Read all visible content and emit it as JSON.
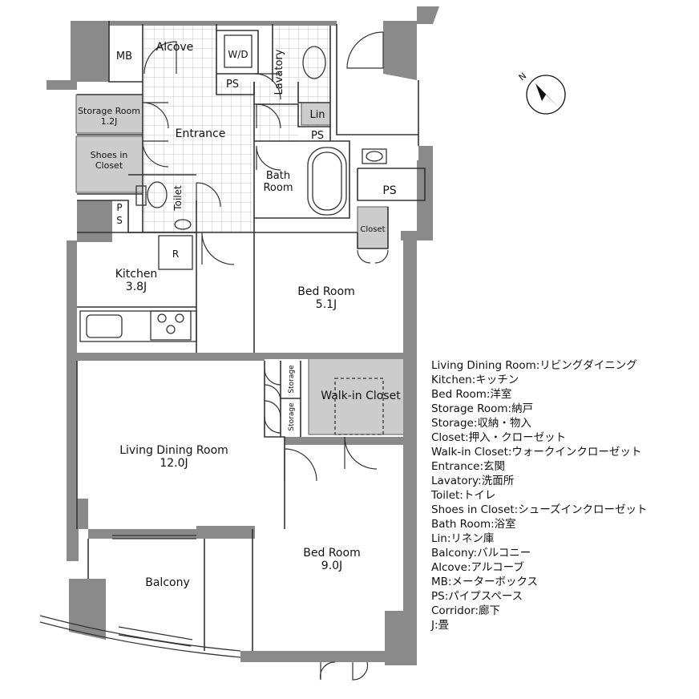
{
  "rooms": {
    "mb": "MB",
    "alcove": "Alcove",
    "wd": "W/D",
    "lavatory": "Lavatory",
    "ps_top": "PS",
    "lin": "Lin",
    "ps_bath": "PS",
    "ps_right": "PS",
    "storage_room": "Storage Room",
    "storage_room_size": "1.2J",
    "entrance": "Entrance",
    "shoes_line1": "Shoes in",
    "shoes_line2": "Closet",
    "toilet": "Toilet",
    "bath_line1": "Bath",
    "bath_line2": "Room",
    "ps_left_1": "P",
    "ps_left_2": "S",
    "closet": "Closet",
    "refrigerator": "R",
    "kitchen": "Kitchen",
    "kitchen_size": "3.8J",
    "bedroom1": "Bed Room",
    "bedroom1_size": "5.1J",
    "storage1": "Storage",
    "storage2": "Storage",
    "walkin": "Walk-in Closet",
    "living": "Living Dining Room",
    "living_size": "12.0J",
    "bedroom2": "Bed Room",
    "bedroom2_size": "9.0J",
    "balcony": "Balcony"
  },
  "compass": {
    "label": "N"
  },
  "legend": [
    "Living Dining Room:リビングダイニング",
    "Kitchen:キッチン",
    "Bed Room:洋室",
    "Storage Room:納戸",
    "Storage:収納・物入",
    "Closet:押入・クローゼット",
    "Walk-in Closet:ウォークインクローゼット",
    "Entrance:玄関",
    "Lavatory:洗面所",
    "Toilet:トイレ",
    "Shoes in Closet:シューズインクローゼット",
    "Bath Room:浴室",
    "Lin:リネン庫",
    "Balcony:バルコニー",
    "Alcove:アルコーブ",
    "MB:メーターボックス",
    "PS:パイプスペース",
    "Corridor:廊下",
    "J:畳"
  ],
  "colors": {
    "wall": "#8a8a8a",
    "storage_fill": "#cccccc",
    "line": "#333333",
    "tile": "#b4b4b4"
  }
}
